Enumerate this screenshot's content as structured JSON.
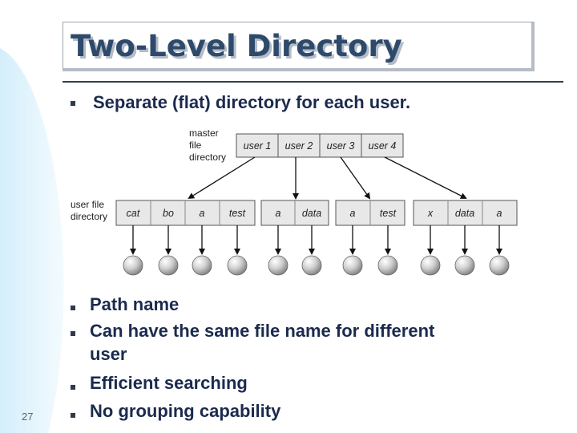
{
  "slide": {
    "title": "Two-Level Directory",
    "slide_number": "27",
    "bullet_intro": "Separate (flat) directory for each user.",
    "bullets": [
      "Path name",
      "Can have the same file name for different",
      "user",
      "Efficient searching",
      "No grouping capability"
    ]
  },
  "diagram": {
    "master_label": [
      "master",
      "file",
      "directory"
    ],
    "user_label": [
      "user  file",
      "directory"
    ],
    "master_entries": [
      "user 1",
      "user 2",
      "user 3",
      "user 4"
    ],
    "user_groups": [
      [
        "cat",
        "bo",
        "a",
        "test"
      ],
      [
        "a",
        "data"
      ],
      [
        "a",
        "test"
      ],
      [
        "x",
        "data",
        "a"
      ]
    ]
  },
  "colors": {
    "title": "#2e4a6b",
    "bullet_text": "#1b2a4e",
    "cell_fill": "#e8e8e8",
    "side_wave": "#dff2fb"
  }
}
